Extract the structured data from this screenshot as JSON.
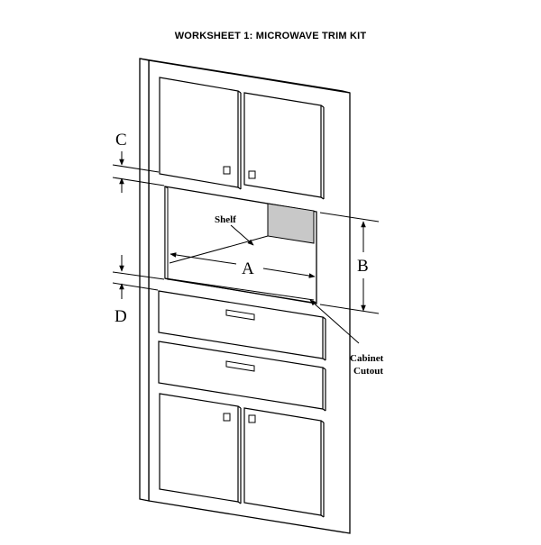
{
  "title": "WORKSHEET 1: MICROWAVE TRIM KIT",
  "labels": {
    "shelf": "Shelf",
    "dim_a": "A",
    "dim_b": "B",
    "dim_c": "C",
    "dim_d": "D",
    "cutout_line1": "Cabinet",
    "cutout_line2": "Cutout"
  },
  "colors": {
    "line": "#000000",
    "shelf_back_panel": "#c8c8c8",
    "background": "#ffffff"
  }
}
